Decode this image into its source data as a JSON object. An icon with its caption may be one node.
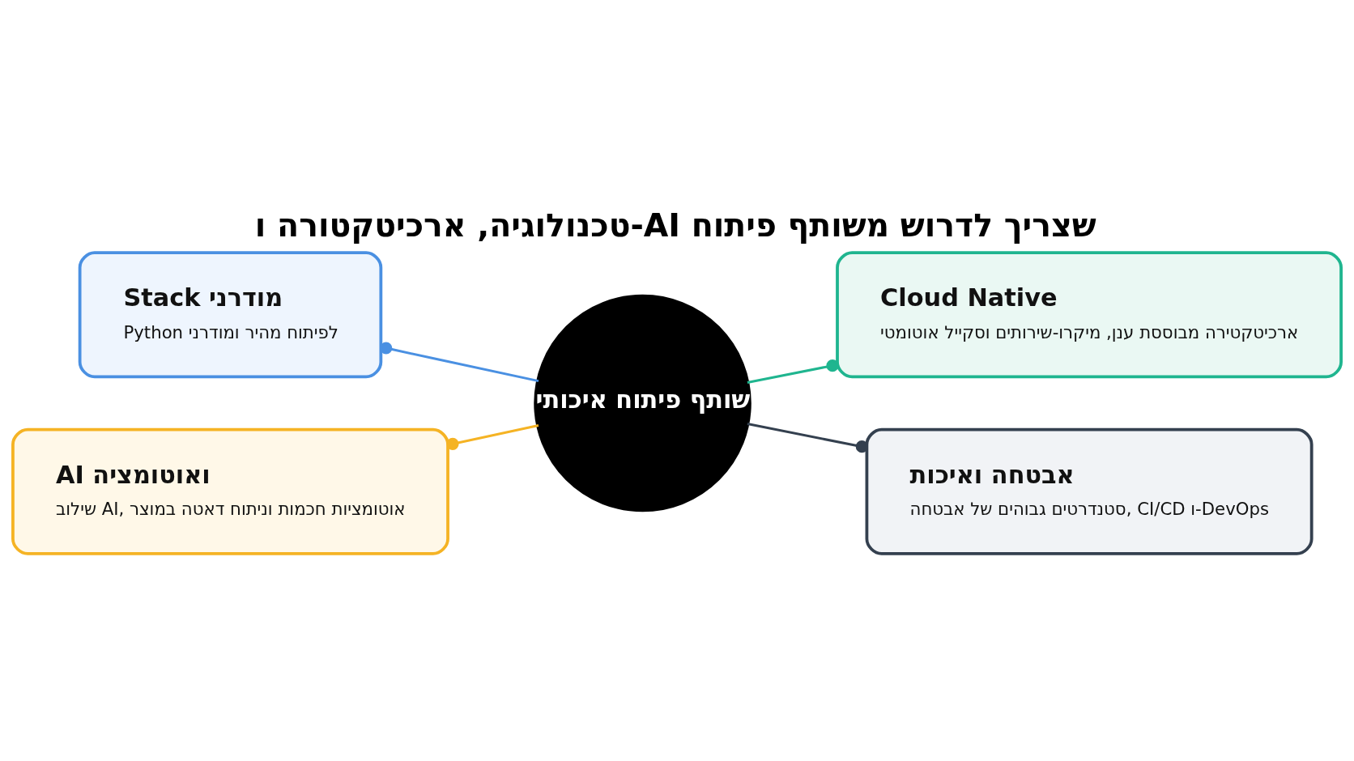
{
  "diagram": {
    "title": "טכנולוגיה, ארכיטקטורה ו-AI שצריך לדרוש משותף פיתוח",
    "nodes": [
      {
        "text": [
          "שותף פיתוח איכותי"
        ]
      },
      {
        "text": [
          "Stack מודרני",
          "Python לפיתוח מהיר ומודרני"
        ]
      },
      {
        "text": [
          "Cloud Native",
          "ארכיטקטירה מבוססת ענן, מיקרו-שירותים וסקייל אוטומטי"
        ]
      },
      {
        "text": [
          "AI ואוטומציה",
          "שילוב AI, אוטומציות חכמות וניתוח דאטה במוצר"
        ]
      },
      {
        "text": [
          "אבטחה ואיכות",
          "סטנדרטים גבוהים של אבטחה, CI/CD ו-DevOps"
        ]
      }
    ],
    "edges": [
      {
        "from": 0,
        "to": 1,
        "arrow": "other",
        "color": "#4a90e2"
      },
      {
        "from": 0,
        "to": 2,
        "arrow": "other",
        "color": "#1fb58f"
      },
      {
        "from": 0,
        "to": 3,
        "arrow": "other",
        "color": "#f5b324"
      },
      {
        "from": 0,
        "to": 4,
        "arrow": "other",
        "color": "#34404f"
      }
    ]
  }
}
